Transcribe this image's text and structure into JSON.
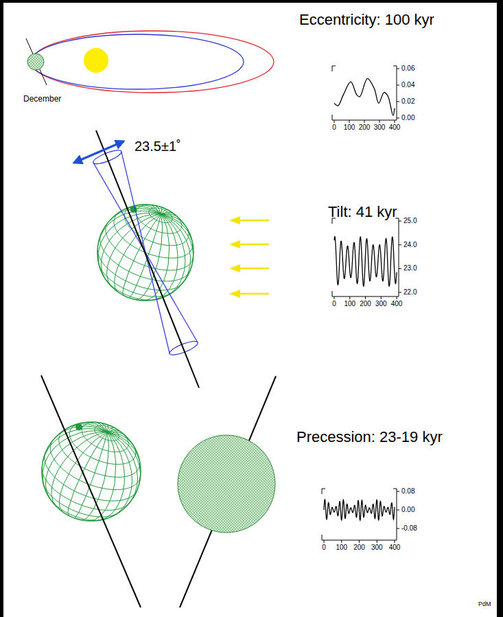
{
  "diagram": {
    "labels": [
      "Eccentricity: 100 kyr",
      "December",
      "0.06",
      "0.04",
      "0.02",
      "0.00",
      "0",
      "100",
      "200",
      "300",
      "400",
      "23.5±1˚",
      "Tilt: 41 kyr",
      "25.0",
      "24.0",
      "23.0",
      "22.0",
      "0",
      "100",
      "200",
      "300",
      "400",
      "Precession: 23-19 kyr",
      "0.08",
      "0.00",
      "-0.08",
      "0",
      "100",
      "200",
      "300",
      "400",
      "PdM"
    ]
  }
}
